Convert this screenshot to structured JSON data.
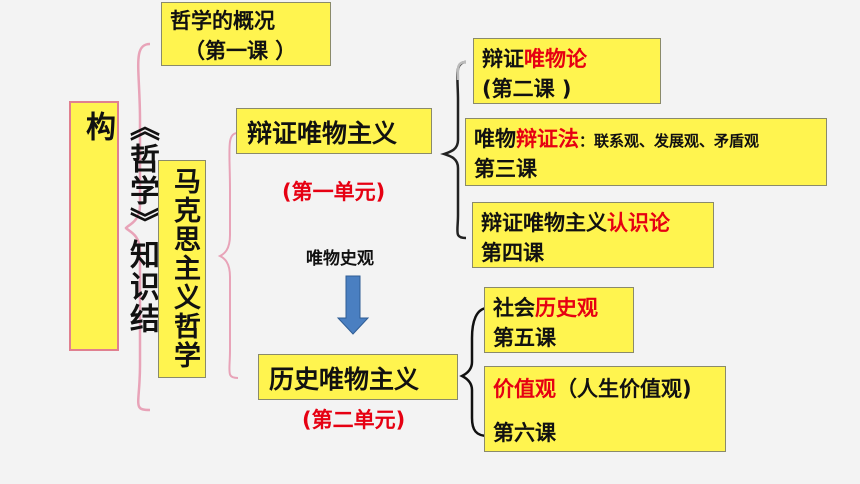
{
  "root": {
    "label": "《哲学》知识结构"
  },
  "overview": {
    "line1": "哲学的概况",
    "line2": "（第一课 ）"
  },
  "marxism": {
    "label": "马克思主义哲学"
  },
  "unit1": {
    "title": "辩证唯物主义",
    "subtitle": "(第一单元)"
  },
  "middle_label": "唯物史观",
  "unit2": {
    "title": "历史唯物主义",
    "subtitle": "(第二单元)"
  },
  "lessons": [
    {
      "pre": "辩证",
      "highlight": "唯物论",
      "post": "",
      "line2": "(第二课 )"
    },
    {
      "pre": "唯物",
      "highlight": "辩证法",
      "post": "：联系观、发展观、矛盾观",
      "line2": "第三课"
    },
    {
      "pre": "辩证唯物主义",
      "highlight": "认识论",
      "post": "",
      "line2": "第四课"
    },
    {
      "pre": "社会",
      "highlight": "历史观",
      "post": "",
      "line2": "第五课"
    },
    {
      "pre": "",
      "highlight": "价值观",
      "post": "（人生价值观)",
      "line2": "第六课"
    }
  ],
  "colors": {
    "box_fill": "#fff44f",
    "highlight": "#e60012",
    "arrow": "#4a7fc1",
    "brace": "#e8a3b8"
  }
}
